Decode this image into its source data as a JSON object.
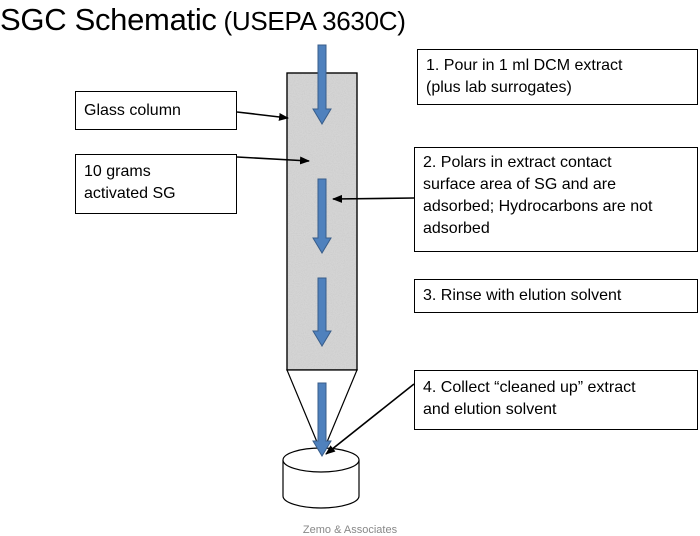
{
  "title": {
    "main": "SGC Schematic",
    "sub": " (USEPA 3630C)"
  },
  "labels": {
    "glass_column": "Glass column",
    "silica_gel": [
      "10 grams",
      "activated SG"
    ]
  },
  "steps": [
    {
      "lines": [
        "1. Pour in 1 ml DCM extract",
        "(plus lab surrogates)"
      ]
    },
    {
      "lines": [
        "2. Polars in extract contact",
        "surface area of SG and are",
        "adsorbed; Hydrocarbons are not",
        "adsorbed"
      ]
    },
    {
      "lines": [
        "3. Rinse with elution solvent"
      ]
    },
    {
      "lines": [
        "4. Collect “cleaned up” extract",
        "and elution solvent"
      ]
    }
  ],
  "footer": "Zemo & Associates",
  "colors": {
    "flow_arrow": "#4f81bd",
    "flow_arrow_edge": "#385d8a",
    "column_fill": "#a9a9a9",
    "outline": "#000000"
  }
}
